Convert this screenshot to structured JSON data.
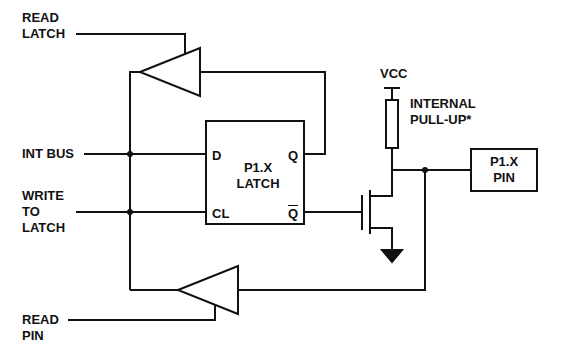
{
  "diagram": {
    "nodes": [
      {
        "text": [
          "D",
          "Q",
          "P1.X LATCH",
          "CL",
          "Q"
        ]
      },
      {
        "text": [
          "P1.X PIN"
        ]
      }
    ],
    "labels": [
      "READ LATCH",
      "INT BUS",
      "WRITE TO LATCH",
      "READ PIN",
      "VCC",
      "INTERNAL PULL-UP*"
    ]
  }
}
